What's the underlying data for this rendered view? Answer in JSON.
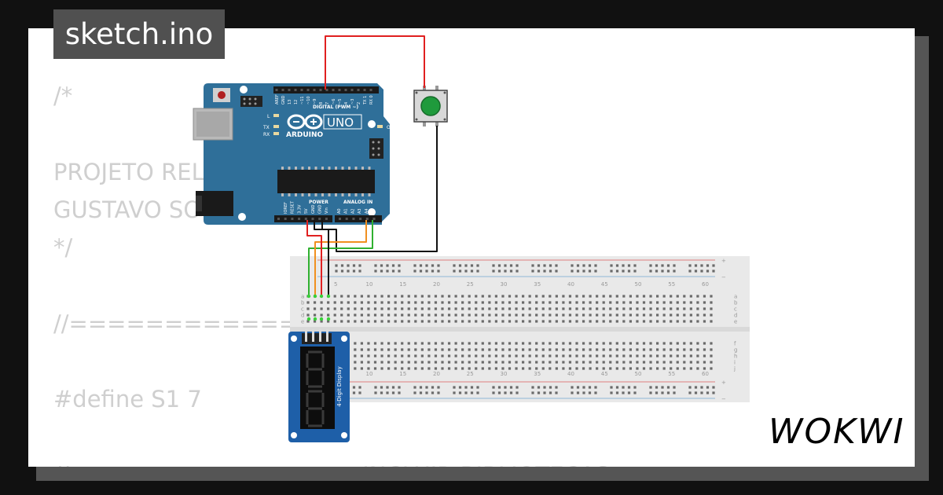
{
  "title": "sketch.ino",
  "code_lines": [
    "/*",
    "",
    "PROJETO REL         SS",
    "GUSTAVO SO",
    "*/",
    "",
    "//============== N",
    "",
    "#define S1 7",
    "",
    "//=============== INCLUIR BIBLIOTECAS"
  ],
  "logo": "WOKWI",
  "arduino": {
    "name": "UNO",
    "brand": "ARDUINO",
    "digital_header": "DIGITAL (PWM ~)",
    "power_header": "POWER",
    "analog_header": "ANALOG IN",
    "led_l": "L",
    "led_tx": "TX",
    "led_rx": "RX",
    "led_on": "ON",
    "digital_pins": [
      "AREF",
      "GND",
      "13",
      "12",
      "~11",
      "~10",
      "~9",
      "8",
      "7",
      "~6",
      "~5",
      "4",
      "~3",
      "2",
      "TX 1",
      "RX 0"
    ],
    "power_pins": [
      "IOREF",
      "RESET",
      "3.3V",
      "5V",
      "GND",
      "GND",
      "Vin"
    ],
    "analog_pins": [
      "A0",
      "A1",
      "A2",
      "A3",
      "A4",
      "A5"
    ]
  },
  "display_module": {
    "label": "4-Digit Display"
  },
  "breadboard": {
    "column_numbers": [
      "5",
      "10",
      "15",
      "20",
      "25",
      "30",
      "35",
      "40",
      "45",
      "50",
      "55",
      "60"
    ],
    "row_letters_top": [
      "a",
      "b",
      "c",
      "d",
      "e"
    ],
    "row_letters_bottom": [
      "f",
      "g",
      "h",
      "i",
      "j"
    ],
    "rail_plus": "+",
    "rail_minus": "−"
  },
  "colors": {
    "board": "#2f6f99",
    "wire_red": "#e02020",
    "wire_orange": "#f09020",
    "wire_green": "#30b030",
    "wire_black": "#111111",
    "button_cap": "#1f9a3c"
  }
}
